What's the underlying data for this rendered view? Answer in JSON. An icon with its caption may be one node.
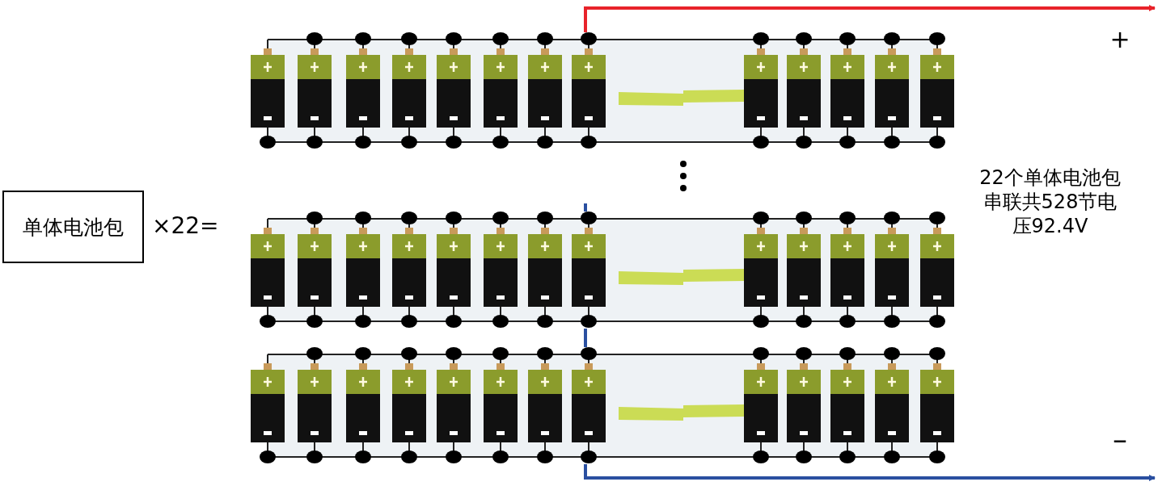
{
  "diagram": {
    "nodes": [
      {
        "text": [
          "单体电池包"
        ]
      },
      {
        "text": [],
        "shape": "picture"
      },
      {
        "text": [],
        "shape": "picture"
      },
      {
        "text": [],
        "shape": "picture"
      }
    ],
    "edges": [
      {
        "from": 1,
        "to": null,
        "arrow": "to",
        "color": "#e8232a"
      },
      {
        "from": null,
        "to": 2,
        "arrow": "none",
        "color": "#2a4fa0"
      },
      {
        "from": 2,
        "to": 3,
        "arrow": "none",
        "color": "#2a4fa0"
      },
      {
        "from": 3,
        "to": null,
        "arrow": "to",
        "color": "#2a4fa0"
      }
    ],
    "labels": [
      "×22=",
      "+",
      "–",
      "22个单体电池包串联共528节电压92.4V"
    ]
  }
}
